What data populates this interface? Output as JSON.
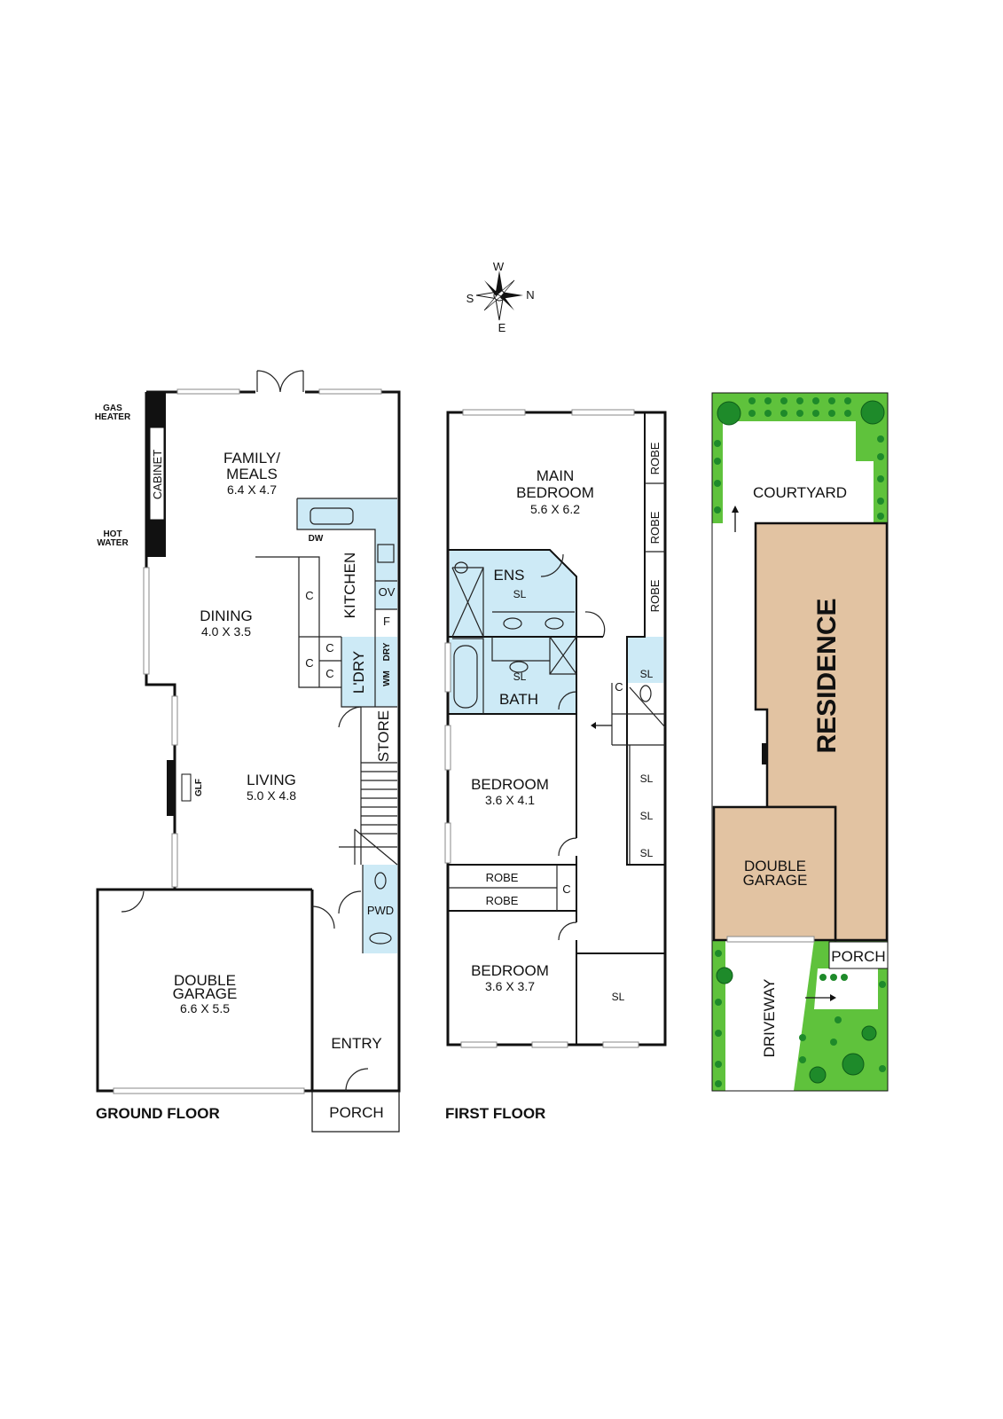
{
  "compass": {
    "w": "W",
    "n": "N",
    "e": "E",
    "s": "S"
  },
  "ground_floor": {
    "title": "GROUND FLOOR",
    "rooms": {
      "family": {
        "name_line1": "FAMILY/",
        "name_line2": "MEALS",
        "size": "6.4 X 4.7"
      },
      "dining": {
        "name": "DINING",
        "size": "4.0 X 3.5"
      },
      "living": {
        "name": "LIVING",
        "size": "5.0 X 4.8"
      },
      "garage": {
        "name_line1": "DOUBLE",
        "name_line2": "GARAGE",
        "size": "6.6 X 5.5"
      },
      "kitchen": "KITCHEN",
      "laundry": "L'DRY",
      "store": "STORE",
      "pwd": "PWD",
      "entry": "ENTRY",
      "porch": "PORCH"
    },
    "fixtures": {
      "gas_heater_1": "GAS",
      "gas_heater_2": "HEATER",
      "hot_water_1": "HOT",
      "hot_water_2": "WATER",
      "cabinet": "CABINET",
      "dw": "DW",
      "ov": "OV",
      "f": "F",
      "wm": "WM",
      "dry": "DRY",
      "glf": "GLF",
      "c": "C"
    }
  },
  "first_floor": {
    "title": "FIRST FLOOR",
    "rooms": {
      "main_bedroom": {
        "name_line1": "MAIN",
        "name_line2": "BEDROOM",
        "size": "5.6 X 6.2"
      },
      "ens": "ENS",
      "bath": "BATH",
      "bedroom2": {
        "name": "BEDROOM",
        "size": "3.6 X 4.1"
      },
      "bedroom3": {
        "name": "BEDROOM",
        "size": "3.6 X 3.7"
      },
      "robe": "ROBE",
      "sl": "SL",
      "c": "C"
    }
  },
  "site_plan": {
    "courtyard": "COURTYARD",
    "residence": "RESIDENCE",
    "garage_line1": "DOUBLE",
    "garage_line2": "GARAGE",
    "porch": "PORCH",
    "driveway": "DRIVEWAY"
  },
  "colors": {
    "wet_area": "#cdeaf6",
    "building": "#e2c3a2",
    "garden": "#5fc23c"
  }
}
